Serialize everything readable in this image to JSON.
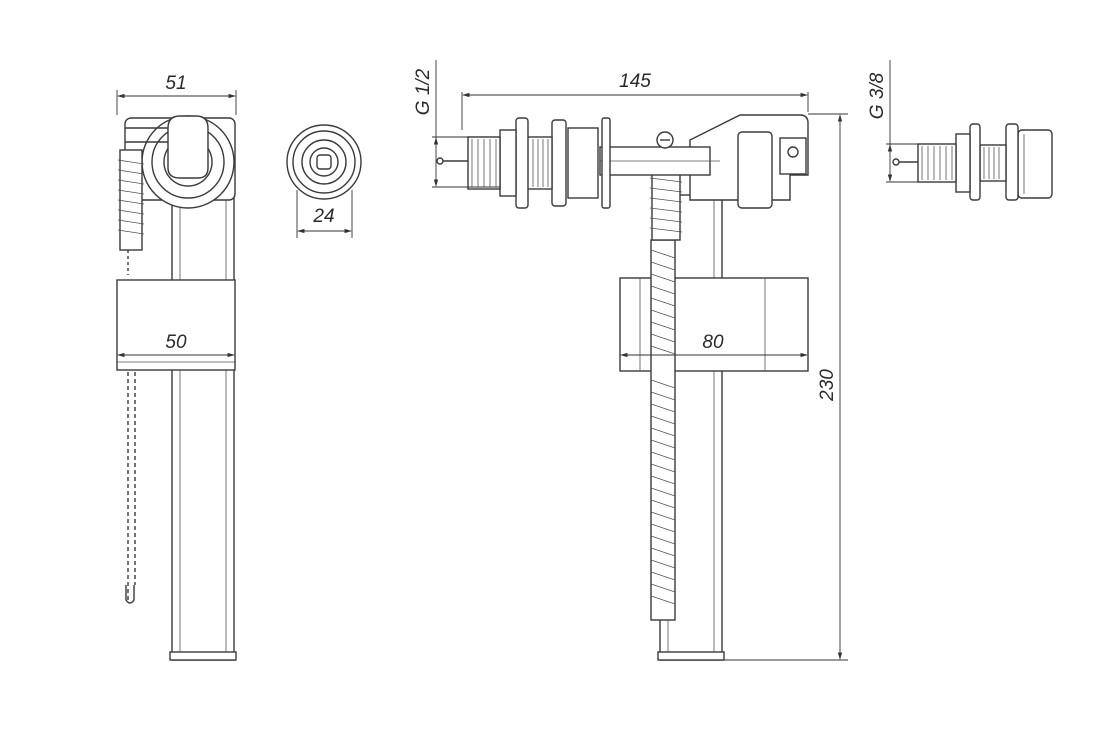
{
  "dimensions": {
    "side_width": "51",
    "float_width_side": "50",
    "nut_diameter": "24",
    "overall_length": "145",
    "float_width_front": "80",
    "overall_height": "230",
    "inlet_thread_main": "G 1/2",
    "inlet_thread_alt": "G 3/8"
  },
  "colors": {
    "line": "#3a3a3a",
    "background": "#ffffff"
  }
}
